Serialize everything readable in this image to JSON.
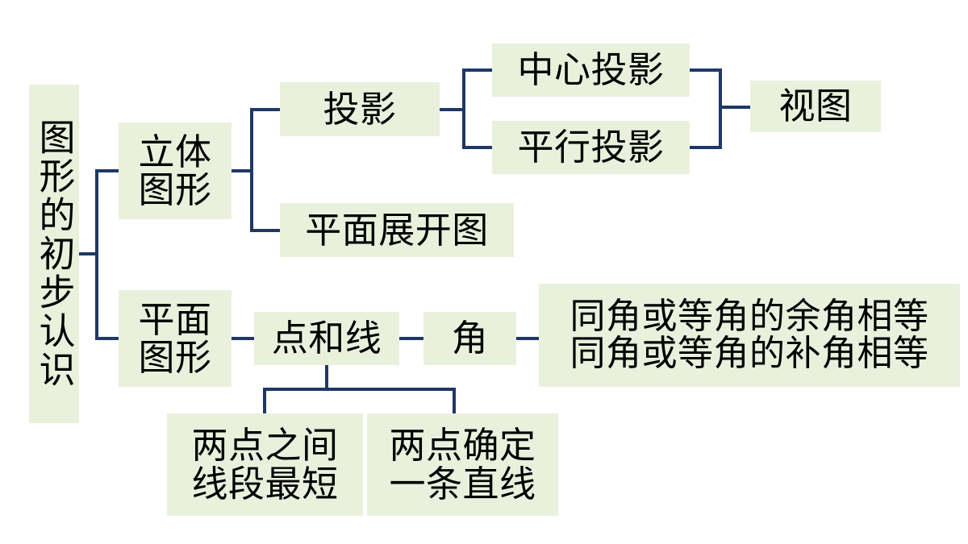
{
  "diagram": {
    "title": "图形的初步认识",
    "type": "mind-map",
    "palette": {
      "node_fill": "#e9f1dd",
      "connector": "#1f3864",
      "text": "#000000",
      "background": "#ffffff"
    },
    "nodes": {
      "root": "图形的初步认识",
      "solid_shape": "立体\n图形",
      "plane_shape": "平面\n图形",
      "projection": "投影",
      "unfolded_plane": "平面展开图",
      "central_projection": "中心投影",
      "parallel_projection": "平行投影",
      "view": "视图",
      "point_and_line": "点和线",
      "angle": "角",
      "angle_theorems": "同角或等角的余角相等\n同角或等角的补角相等",
      "shortest_segment": "两点之间\n线段最短",
      "two_points_line": "两点确定\n一条直线"
    }
  }
}
